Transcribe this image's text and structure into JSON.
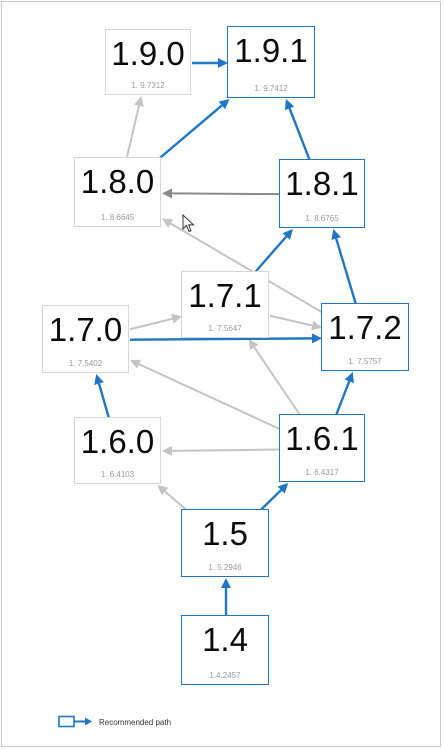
{
  "nodes": [
    {
      "id": "v1_9_0",
      "version": "1.9.0",
      "build": "1. 9.7312",
      "recommended": false
    },
    {
      "id": "v1_9_1",
      "version": "1.9.1",
      "build": "1. 9.7412",
      "recommended": true
    },
    {
      "id": "v1_8_0",
      "version": "1.8.0",
      "build": "1. 8.6645",
      "recommended": false
    },
    {
      "id": "v1_8_1",
      "version": "1.8.1",
      "build": "1. 8.6765",
      "recommended": true
    },
    {
      "id": "v1_7_1",
      "version": "1.7.1",
      "build": "1. 7.5647",
      "recommended": false
    },
    {
      "id": "v1_7_0",
      "version": "1.7.0",
      "build": "1. 7.5402",
      "recommended": false
    },
    {
      "id": "v1_7_2",
      "version": "1.7.2",
      "build": "1. 7.5757",
      "recommended": true
    },
    {
      "id": "v1_6_0",
      "version": "1.6.0",
      "build": "1. 6.4103",
      "recommended": false
    },
    {
      "id": "v1_6_1",
      "version": "1.6.1",
      "build": "1. 6.4317",
      "recommended": true
    },
    {
      "id": "v1_5",
      "version": "1.5",
      "build": "1. 5.2946",
      "recommended": true
    },
    {
      "id": "v1_4",
      "version": "1.4",
      "build": "1.4.2457",
      "recommended": true
    }
  ],
  "edges": [
    {
      "from": "v1_4",
      "to": "v1_5",
      "recommended": true
    },
    {
      "from": "v1_5",
      "to": "v1_6_1",
      "recommended": true
    },
    {
      "from": "v1_5",
      "to": "v1_6_0",
      "recommended": false
    },
    {
      "from": "v1_6_1",
      "to": "v1_6_0",
      "recommended": false
    },
    {
      "from": "v1_6_0",
      "to": "v1_7_0",
      "recommended": true
    },
    {
      "from": "v1_6_1",
      "to": "v1_7_0",
      "recommended": false
    },
    {
      "from": "v1_6_1",
      "to": "v1_7_2",
      "recommended": true
    },
    {
      "from": "v1_6_1",
      "to": "v1_7_1",
      "recommended": false
    },
    {
      "from": "v1_7_0",
      "to": "v1_7_1",
      "recommended": false
    },
    {
      "from": "v1_7_0",
      "to": "v1_7_2",
      "recommended": true
    },
    {
      "from": "v1_7_1",
      "to": "v1_7_2",
      "recommended": false
    },
    {
      "from": "v1_7_1",
      "to": "v1_8_1",
      "recommended": true
    },
    {
      "from": "v1_7_2",
      "to": "v1_8_1",
      "recommended": true
    },
    {
      "from": "v1_7_2",
      "to": "v1_8_0",
      "recommended": false
    },
    {
      "from": "v1_8_1",
      "to": "v1_8_0",
      "recommended": false,
      "style": "dark"
    },
    {
      "from": "v1_8_0",
      "to": "v1_9_0",
      "recommended": false
    },
    {
      "from": "v1_8_0",
      "to": "v1_9_1",
      "recommended": true
    },
    {
      "from": "v1_8_1",
      "to": "v1_9_1",
      "recommended": true
    },
    {
      "from": "v1_9_0",
      "to": "v1_9_1",
      "recommended": true
    }
  ],
  "legend": {
    "label": "Recommended path"
  },
  "colors": {
    "recommended": "#1f77c4",
    "other": "#c4c4c4",
    "dark": "#8a8a8a"
  }
}
